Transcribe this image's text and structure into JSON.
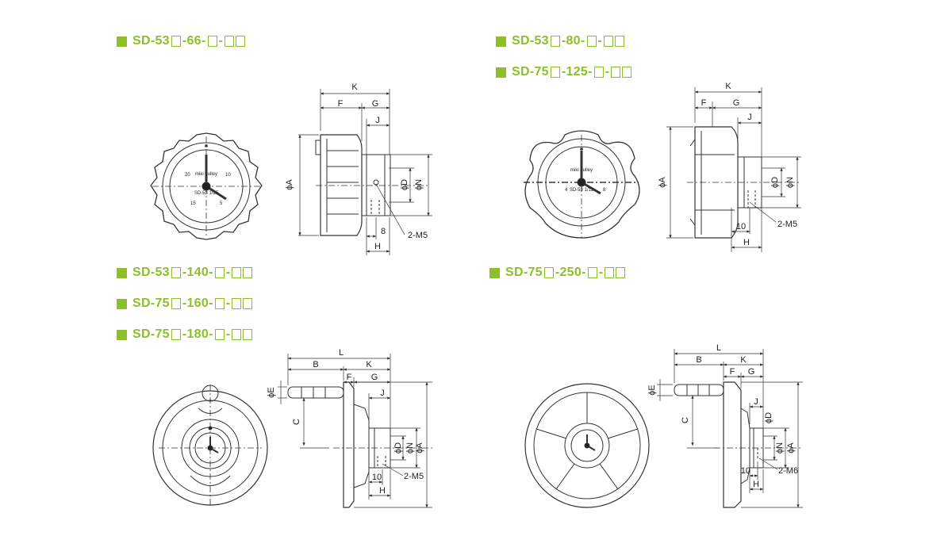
{
  "headings": [
    {
      "id": "h1",
      "parts": [
        "SD-53",
        "-66-",
        "-"
      ]
    },
    {
      "id": "h2",
      "parts": [
        "SD-53",
        "-80-",
        "-"
      ]
    },
    {
      "id": "h3",
      "parts": [
        "SD-75",
        "-125-",
        "-"
      ]
    },
    {
      "id": "h4",
      "parts": [
        "SD-53",
        "-140-",
        "-"
      ]
    },
    {
      "id": "h5",
      "parts": [
        "SD-75",
        "-160-",
        "-"
      ]
    },
    {
      "id": "h6",
      "parts": [
        "SD-75",
        "-180-",
        "-"
      ]
    },
    {
      "id": "h7",
      "parts": [
        "SD-75",
        "-250-",
        "-"
      ]
    }
  ],
  "diagrams": {
    "d1": {
      "dims": {
        "K": "K",
        "F": "F",
        "G": "G",
        "J": "J",
        "A": "ϕA",
        "D": "ϕD",
        "N": "ϕN",
        "H": "H",
        "eight": "8",
        "thread": "2-M5"
      },
      "face": {
        "brand": "miki pulley",
        "model": "SD-53 1/25",
        "n1": "20",
        "n2": "10",
        "n3": "15",
        "n4": "5"
      }
    },
    "d2": {
      "dims": {
        "K": "K",
        "F": "F",
        "G": "G",
        "J": "J",
        "A": "ϕA",
        "D": "ϕD",
        "N": "ϕN",
        "H": "H",
        "ten": "10",
        "thread": "2-M5"
      },
      "face": {
        "brand": "miki pulley",
        "model": "SD-53 1/12",
        "n1": "4",
        "n2": "8"
      }
    },
    "d3": {
      "dims": {
        "L": "L",
        "B": "B",
        "K": "K",
        "F": "F",
        "G": "G",
        "J": "J",
        "E": "ϕE",
        "C": "C",
        "D": "ϕD",
        "N": "ϕN",
        "A": "ϕA",
        "ten": "10",
        "H": "H",
        "thread": "2-M5"
      }
    },
    "d4": {
      "dims": {
        "L": "L",
        "B": "B",
        "K": "K",
        "F": "F",
        "G": "G",
        "J": "J",
        "E": "ϕE",
        "C": "C",
        "D": "ϕD",
        "N": "ϕN",
        "A": "ϕA",
        "ten": "10",
        "H": "H",
        "thread": "2-M6"
      }
    }
  },
  "colors": {
    "accent": "#8cbf2a",
    "line": "#333333"
  }
}
